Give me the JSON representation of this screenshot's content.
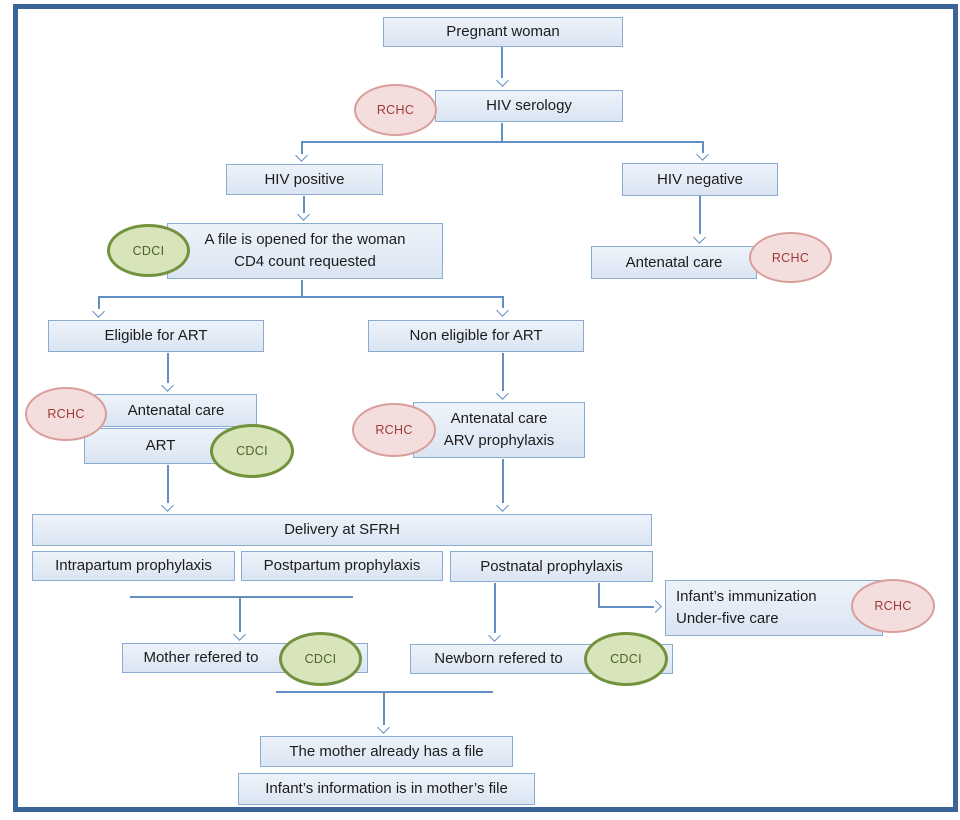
{
  "colors": {
    "frame": "#3c6496",
    "box_fill": "#dce6f3",
    "box_fill_top": "#eef3fa",
    "box_border": "#8aabd2",
    "line": "#6290c4",
    "rchc_fill": "#f3dedd",
    "rchc_border": "#d99e9b",
    "rchc_text": "#9c3a38",
    "cdci_fill": "#d8e4ba",
    "cdci_border": "#72923d",
    "cdci_text": "#50622a",
    "text": "#1c1c1c"
  },
  "badges": {
    "rchc": "RCHC",
    "cdci": "CDCI"
  },
  "nodes": {
    "pregnant_woman": {
      "label": "Pregnant woman"
    },
    "hiv_serology": {
      "label": "HIV serology"
    },
    "hiv_positive": {
      "label": "HIV positive"
    },
    "hiv_negative": {
      "label": "HIV negative"
    },
    "file_opened": {
      "line1": "A file is opened for the woman",
      "line2": "CD4 count requested"
    },
    "antenatal_care_negative": {
      "label": "Antenatal care"
    },
    "eligible_art": {
      "label": "Eligible for ART"
    },
    "non_eligible_art": {
      "label": "Non eligible for ART"
    },
    "antenatal_care_eligible": {
      "label": "Antenatal care"
    },
    "art": {
      "label": "ART"
    },
    "antenatal_arv": {
      "line1": "Antenatal care",
      "line2": "ARV prophylaxis"
    },
    "delivery": {
      "label": "Delivery at SFRH"
    },
    "intrapartum": {
      "label": "Intrapartum prophylaxis"
    },
    "postpartum": {
      "label": "Postpartum prophylaxis"
    },
    "postnatal": {
      "label": "Postnatal prophylaxis"
    },
    "infant_immunization": {
      "line1": "Infant’s immunization",
      "line2": "Under-five care"
    },
    "mother_refered": {
      "label": "Mother refered to"
    },
    "newborn_refered": {
      "label": "Newborn refered to"
    },
    "mother_file": {
      "label": "The mother already has a file"
    },
    "infant_info": {
      "label": "Infant’s information is in mother’s file"
    }
  }
}
